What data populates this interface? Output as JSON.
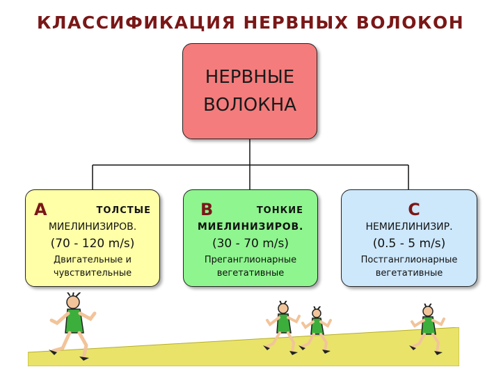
{
  "title": "КЛАССИФИКАЦИЯ НЕРВНЫХ  ВОЛОКОН",
  "root": {
    "label": "НЕРВНЫЕ\nВОЛОКНА"
  },
  "children": [
    {
      "letter": "А",
      "kind": "ТОЛСТЫЕ",
      "myelin": "МИЕЛИНИЗИРОВ.",
      "speed": "(70 - 120 m/s)",
      "desc": "Двигательные и\nчувствительные"
    },
    {
      "letter": "В",
      "kind": "ТОНКИЕ",
      "myelin": "МИЕЛИНИЗИРОВ.",
      "speed": "(30 - 70 m/s)",
      "desc": "Преганглионарные\nвегетативные"
    },
    {
      "letter": "С",
      "kind": "",
      "myelin": "НЕМИЕЛИНИЗИР.",
      "speed": "(0.5 - 5 m/s)",
      "desc": "Постганглионарные\nвегетативные"
    }
  ],
  "colors": {
    "title": "#7a1717",
    "root_fill": "#f47c7c",
    "a_fill": "#ffffa8",
    "b_fill": "#8ff58f",
    "c_fill": "#cde7fb",
    "ground": "#e9e36a",
    "runner_shirt": "#3cae3c"
  },
  "decorations": [
    "running-figure",
    "running-figure",
    "running-figure",
    "running-figure"
  ]
}
